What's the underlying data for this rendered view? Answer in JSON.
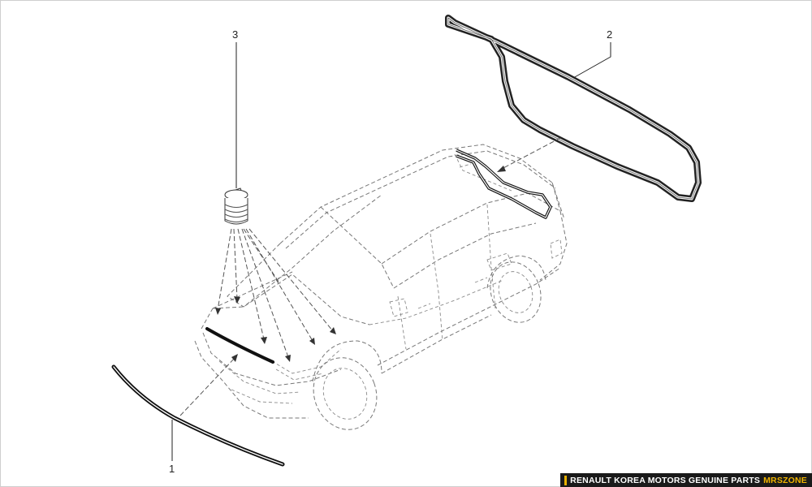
{
  "callouts": {
    "part1": "1",
    "part2": "2",
    "part3": "3"
  },
  "footer": {
    "text": "RENAULT KOREA MOTORS GENUINE PARTS",
    "brand": "MRSZONE",
    "accent_color": "#f0b400"
  }
}
